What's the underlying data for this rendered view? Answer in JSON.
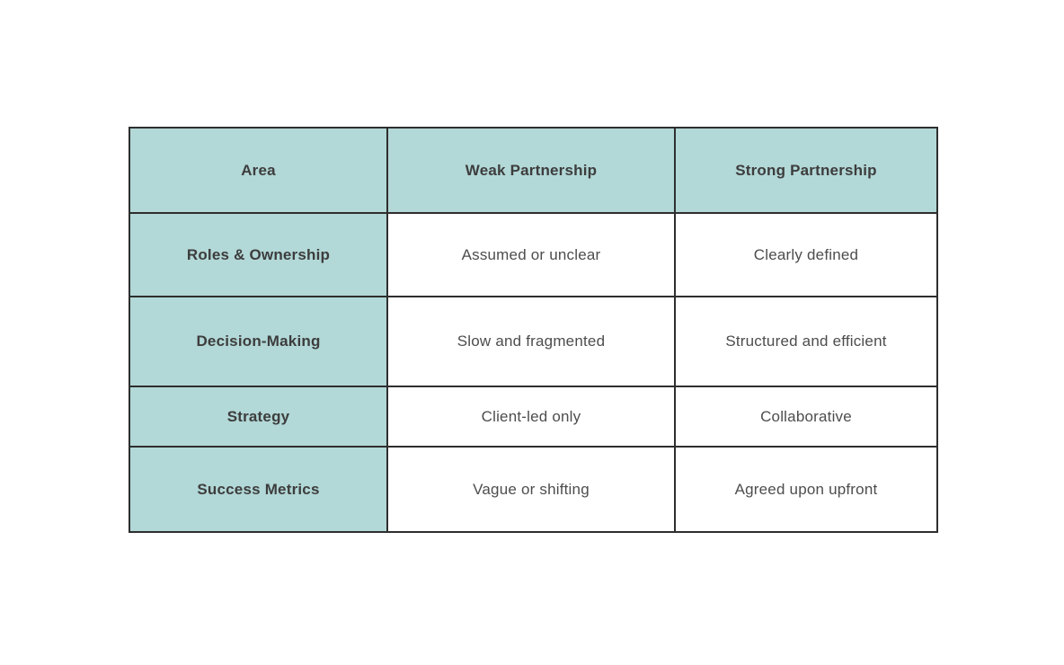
{
  "chart_data": {
    "type": "table",
    "columns": [
      "Area",
      "Weak Partnership",
      "Strong Partnership"
    ],
    "rows": [
      [
        "Roles & Ownership",
        "Assumed or unclear",
        "Clearly defined"
      ],
      [
        "Decision-Making",
        "Slow and fragmented",
        "Structured and efficient"
      ],
      [
        "Strategy",
        "Client-led only",
        "Collaborative"
      ],
      [
        "Success Metrics",
        "Vague or shifting",
        "Agreed upon upfront"
      ]
    ],
    "layout_hints": {
      "header_row_shaded": true,
      "first_column_shaded": true,
      "grid": "on"
    }
  },
  "colors": {
    "page_bg": "#ffffff",
    "header_bg": "#b2d8d7",
    "cell_bg": "#ffffff",
    "border": "#2e2e2e",
    "header_text": "#3d3d3d",
    "body_text": "#4d4d4d"
  }
}
